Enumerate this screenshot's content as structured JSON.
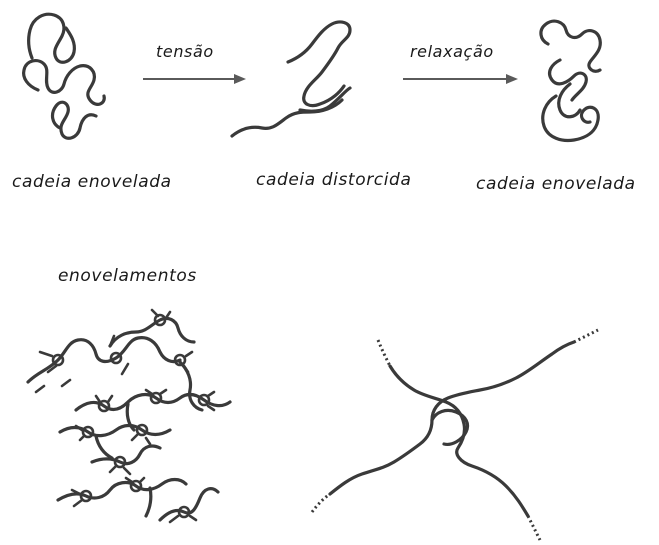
{
  "diagram": {
    "top_row": {
      "arrow_1_label": "tensão",
      "arrow_2_label": "relaxação",
      "caption_left": "cadeia enovelada",
      "caption_middle": "cadeia distorcida",
      "caption_right": "cadeia enovelada"
    },
    "bottom_row": {
      "heading": "enovelamentos"
    }
  }
}
